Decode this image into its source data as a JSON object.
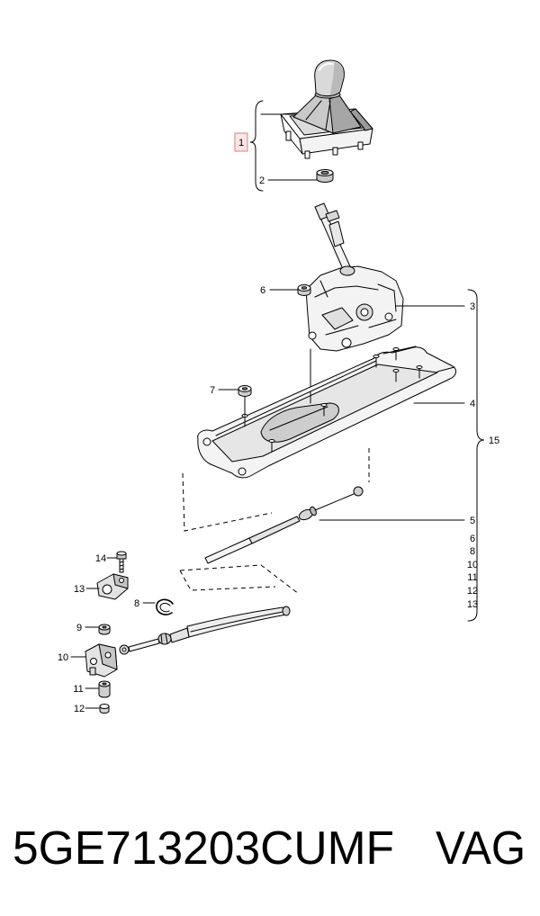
{
  "diagram": {
    "callouts": {
      "part_1": "1",
      "part_2": "2",
      "part_3": "3",
      "part_4": "4",
      "part_5": "5",
      "part_6": "6",
      "part_7": "7",
      "part_8": "8",
      "part_9": "9",
      "part_10": "10",
      "part_11": "11",
      "part_12": "12",
      "part_13": "13",
      "part_14": "14",
      "part_15": "15"
    },
    "group_15_list": [
      "6",
      "8",
      "10",
      "11",
      "12",
      "13"
    ],
    "highlight_fill": "#fde6e6",
    "highlight_stroke": "#e07a7a"
  },
  "footer": {
    "part_number": "5GE713203CUMF",
    "brand": "VAG"
  }
}
